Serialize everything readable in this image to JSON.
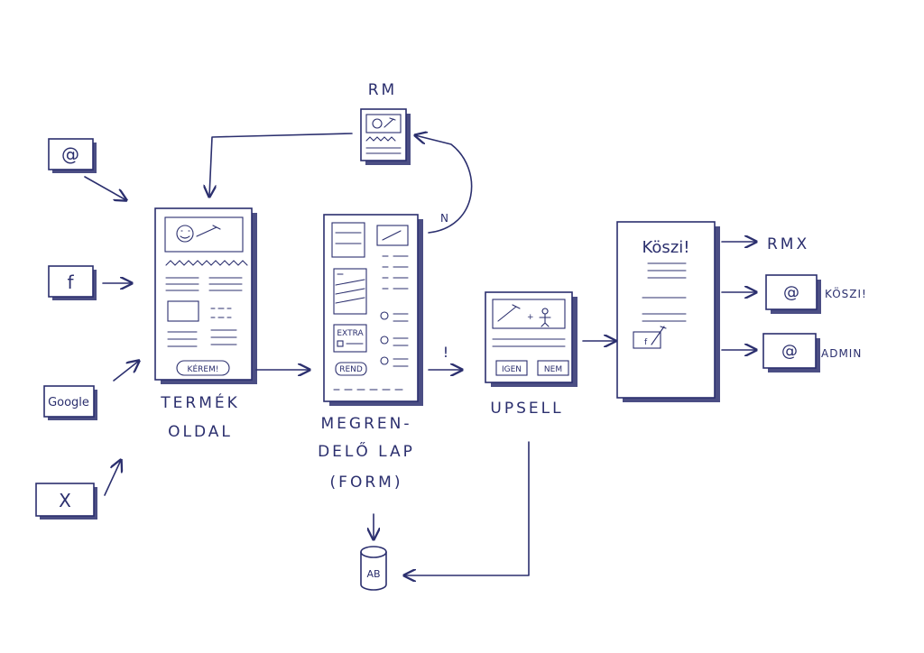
{
  "sources": {
    "email": "@",
    "facebook": "f",
    "google": "Google",
    "x": "X"
  },
  "nodes": {
    "rm": "RM",
    "product_page": {
      "line1": "TERMÉK",
      "line2": "OLDAL",
      "button": "KÉREM!"
    },
    "order_page": {
      "line1": "MEGREN-",
      "line2": "DELŐ LAP",
      "line3": "(FORM)",
      "extra": "EXTRA",
      "button": "REND"
    },
    "upsell": {
      "label": "UPSELL",
      "yes": "IGEN",
      "no": "NEM"
    },
    "thanks_page": {
      "title": "Köszi!"
    },
    "rmx": "RMX",
    "email_thanks": "KÖSZI!",
    "email_admin": "ADMIN",
    "db": "AB"
  },
  "edges": {
    "rm_no": "N",
    "upsell_trigger": "!"
  },
  "colors": {
    "ink": "#2b2f6e",
    "paper": "#ffffff"
  }
}
